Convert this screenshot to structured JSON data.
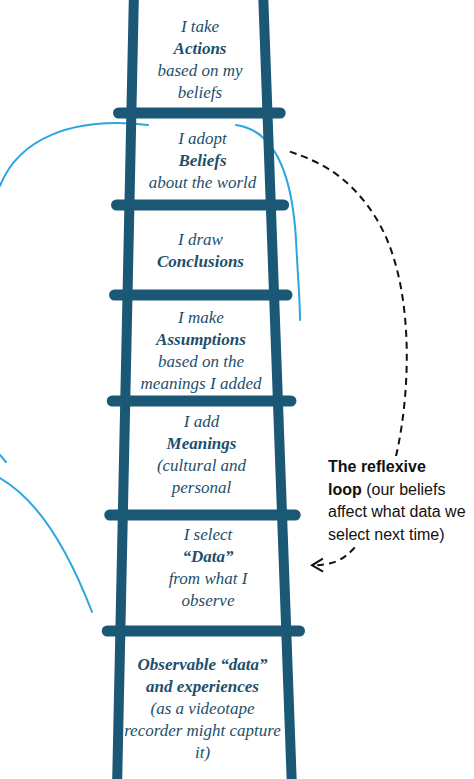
{
  "diagram": {
    "nodes": [
      {
        "text": [
          "I take",
          "Actions",
          "based on my beliefs"
        ]
      },
      {
        "text": [
          "I adopt",
          "Beliefs",
          "about the world"
        ]
      },
      {
        "text": [
          "I draw",
          "Conclusions"
        ]
      },
      {
        "text": [
          "I make",
          "Assumptions",
          "based on the meanings I added"
        ]
      },
      {
        "text": [
          "I add",
          "Meanings",
          "(cultural and personal"
        ]
      },
      {
        "text": [
          "I select",
          "“Data”",
          "from what I observe"
        ]
      },
      {
        "text": [
          "Observable “data” and experiences",
          "(as a videotape recorder might capture it)"
        ]
      }
    ],
    "edges": [
      {
        "from": 1,
        "to": 5,
        "label": "The reflexive loop",
        "arrow": "to"
      }
    ],
    "labels": [
      "(our beliefs affect what data we select next time)"
    ]
  }
}
